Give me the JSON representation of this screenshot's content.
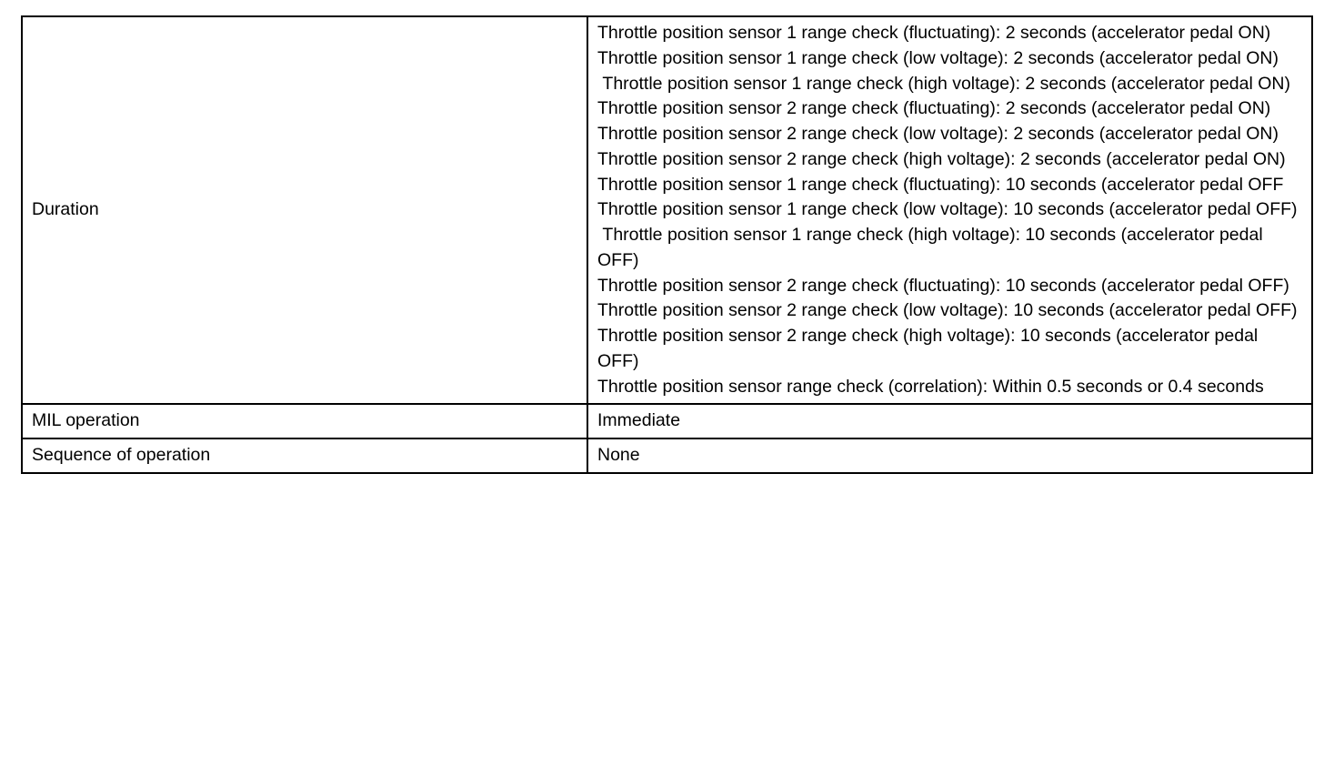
{
  "table": {
    "rows": [
      {
        "label": "Duration",
        "lines": [
          "Throttle position sensor 1 range check (fluctuating): 2 seconds (accelerator pedal ON)",
          "Throttle position sensor 1 range check (low voltage): 2 seconds (accelerator pedal ON)",
          " Throttle position sensor 1 range check (high voltage): 2 seconds (accelerator pedal ON)",
          "Throttle position sensor 2 range check (fluctuating): 2 seconds (accelerator pedal ON)",
          "Throttle position sensor 2 range check (low voltage): 2 seconds (accelerator pedal ON)",
          "Throttle position sensor 2 range check (high voltage): 2 seconds (accelerator pedal ON)",
          "Throttle position sensor 1 range check (fluctuating): 10 seconds (accelerator pedal OFF",
          "Throttle position sensor 1 range check (low voltage): 10 seconds (accelerator pedal OFF)",
          " Throttle position sensor 1 range check (high voltage): 10 seconds (accelerator pedal OFF)",
          "Throttle position sensor 2 range check (fluctuating): 10 seconds (accelerator pedal OFF)",
          "Throttle position sensor 2 range check (low voltage): 10 seconds (accelerator pedal OFF)",
          "Throttle position sensor 2 range check (high voltage): 10 seconds (accelerator pedal OFF)",
          "Throttle position sensor range check (correlation): Within 0.5 seconds or 0.4 seconds"
        ]
      },
      {
        "label": "MIL operation",
        "lines": [
          "Immediate"
        ]
      },
      {
        "label": "Sequence of operation",
        "lines": [
          "None"
        ]
      }
    ]
  }
}
